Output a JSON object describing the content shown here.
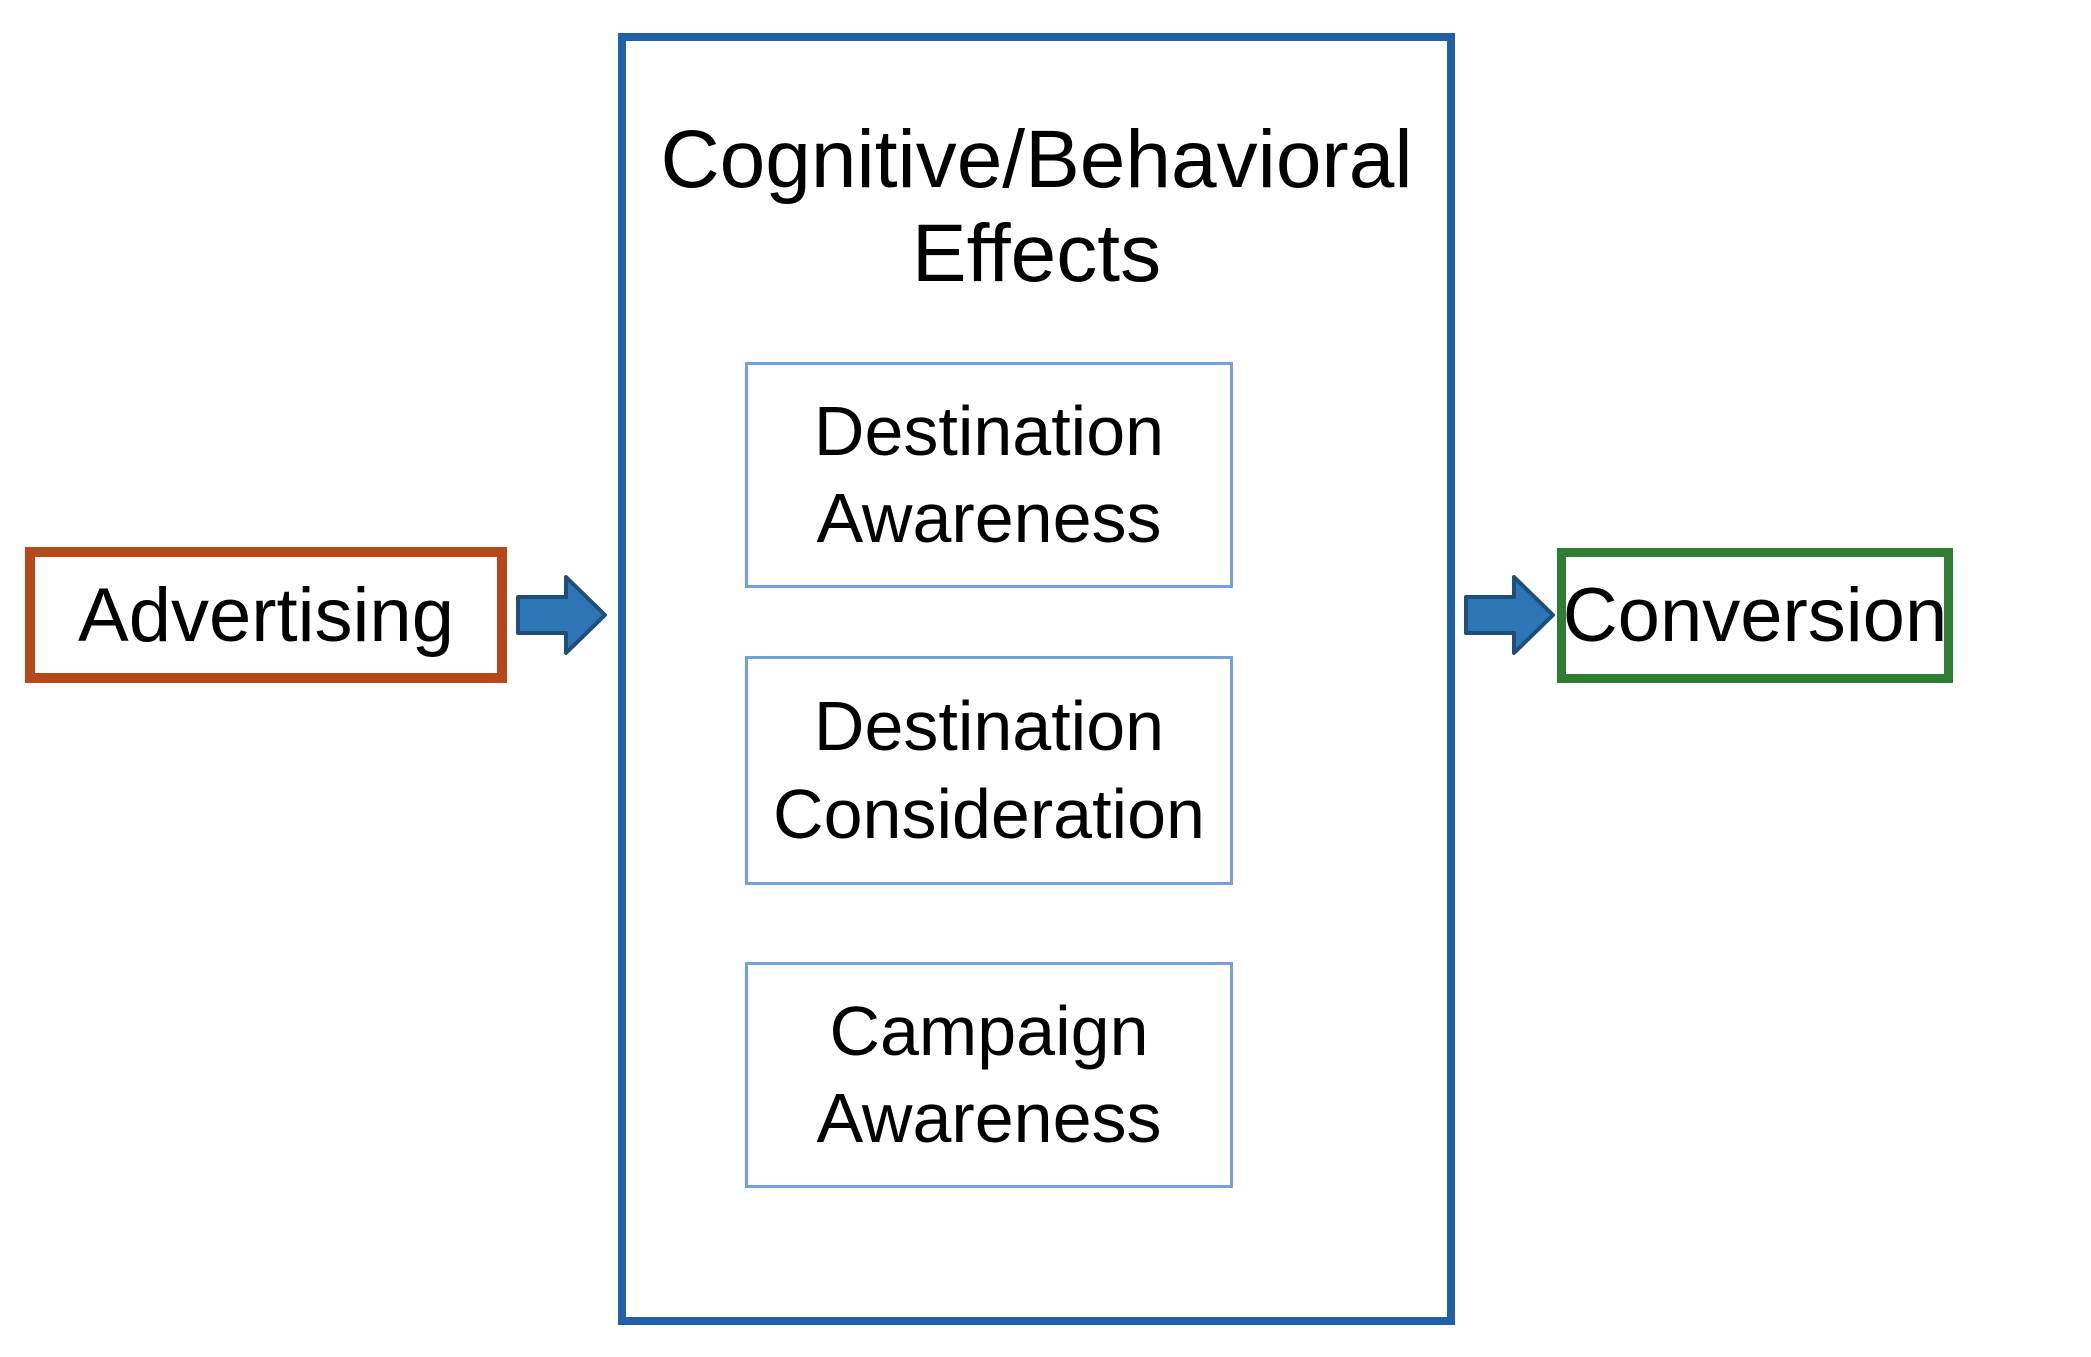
{
  "figure": {
    "type": "flow-diagram",
    "description": "Advertising leads to cognitive/behavioral effects which lead to conversion",
    "background": "#ffffff"
  },
  "colors": {
    "advertising_border": "#b5491a",
    "effects_border": "#2160a7",
    "inner_box_border": "#74a1db",
    "conversion_border": "#2e7d32",
    "arrow_fill": "#2e75b6",
    "arrow_stroke": "#1f4e79",
    "text": "#000000"
  },
  "nodes": {
    "advertising": {
      "label": "Advertising"
    },
    "effects": {
      "title": "Cognitive/Behavioral\nEffects",
      "children": [
        {
          "label": "Destination\nAwareness"
        },
        {
          "label": "Destination\nConsideration"
        },
        {
          "label": "Campaign\nAwareness"
        }
      ]
    },
    "conversion": {
      "label": "Conversion"
    }
  },
  "arrows": [
    {
      "name": "advertising-to-effects",
      "direction": "right"
    },
    {
      "name": "effects-to-conversion",
      "direction": "right"
    }
  ]
}
